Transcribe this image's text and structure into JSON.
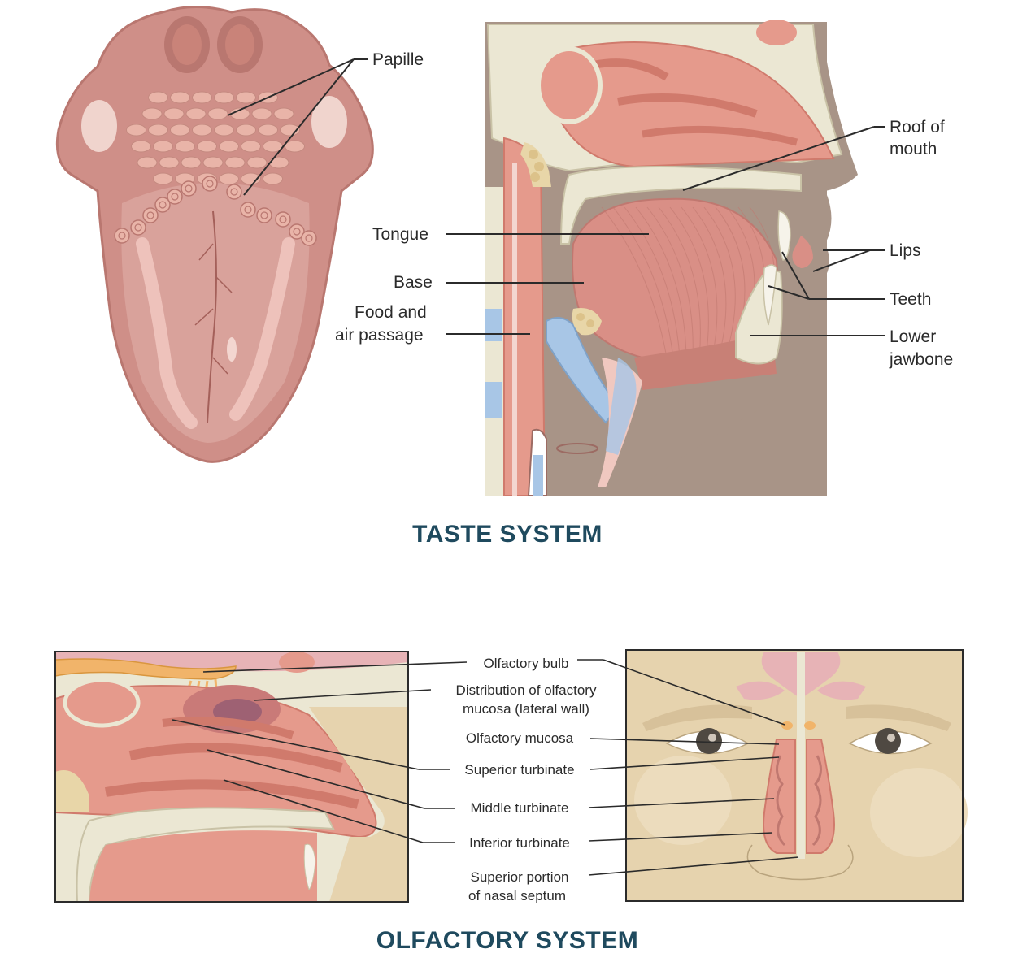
{
  "taste_system": {
    "title": "TASTE SYSTEM",
    "labels": {
      "papille": "Papille",
      "roof_line1": "Roof of",
      "roof_line2": "mouth",
      "tongue": "Tongue",
      "base": "Base",
      "food_line1": "Food and",
      "food_line2": "air passage",
      "lips": "Lips",
      "teeth": "Teeth",
      "jaw_line1": "Lower",
      "jaw_line2": "jawbone"
    }
  },
  "olfactory_system": {
    "title": "OLFACTORY SYSTEM",
    "labels": {
      "bulb": "Olfactory bulb",
      "dist_line1": "Distribution of olfactory",
      "dist_line2": "mucosa (lateral wall)",
      "mucosa": "Olfactory mucosa",
      "superior": "Superior turbinate",
      "middle": "Middle turbinate",
      "inferior": "Inferior turbinate",
      "septum_line1": "Superior portion",
      "septum_line2": "of nasal septum"
    }
  },
  "colors": {
    "tongue": "#cf8f88",
    "tongue_dark": "#b97770",
    "flesh": "#e59a8c",
    "flesh_dark": "#d07a6c",
    "bone": "#ebe7d3",
    "skin_dark": "#a89487",
    "skin_face": "#e6d3ae",
    "blue": "#a8c6e6",
    "bulb": "#f1b46a",
    "title": "#1f4a5e"
  }
}
